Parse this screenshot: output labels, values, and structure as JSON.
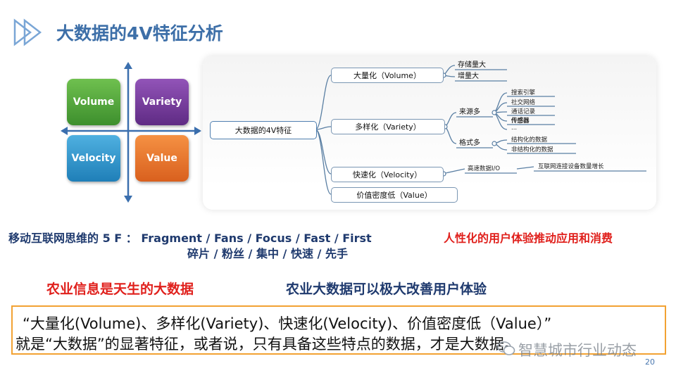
{
  "title": "大数据的4V特征分析",
  "quadrants": [
    {
      "label": "Volume",
      "color": "#4ea23a"
    },
    {
      "label": "Variety",
      "color": "#7a3f9e"
    },
    {
      "label": "Velocity",
      "color": "#2d93c8"
    },
    {
      "label": "Value",
      "color": "#e8752a"
    }
  ],
  "mindmap": {
    "root": "大数据的4V特征",
    "volume": "大量化（Volume）",
    "volume_leaves": [
      "存储量大",
      "增量大"
    ],
    "variety": "多样化（Variety）",
    "variety_sources": "来源多",
    "variety_source_items": [
      "搜索引擎",
      "社交网络",
      "通话记录",
      "传感器",
      "..."
    ],
    "variety_formats": "格式多",
    "variety_format_items": [
      "结构化的数据",
      "非结构化的数据"
    ],
    "velocity": "快速化（Velocity）",
    "velocity_io": "高速数据I/O",
    "velocity_leaf": "互联网连接设备数量增长",
    "value": "价值密度低（Value）"
  },
  "five_f": {
    "line1": "移动互联网思维的 5 F ： Fragment / Fans  / Focus / Fast / First",
    "line2": "碎片  /  粉丝  /   集中  /   快速 / 先手"
  },
  "right_note": "人性化的用户体验推动应用和消费",
  "agri_left": "农业信息是天生的大数据",
  "agri_right": "农业大数据可以极大改善用户体验",
  "quote": {
    "line1": "“大量化(Volume)、多样化(Variety)、快速化(Velocity)、价值密度低（Value）”",
    "line2": "就是“大数据”的显著特征，或者说，只有具备这些特点的数据，才是大数据。"
  },
  "watermark": "智慧城市行业动态",
  "page_number": "20"
}
